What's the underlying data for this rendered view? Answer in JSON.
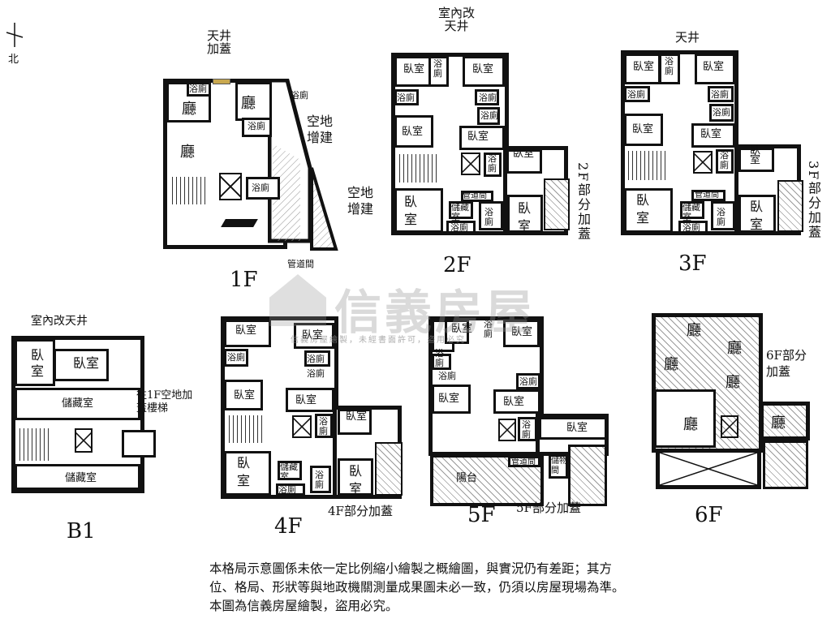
{
  "compass": {
    "label": "北"
  },
  "watermark": {
    "brand": "信義房屋",
    "sub": "信義房屋繪製，未經書面許可，盜用必究"
  },
  "floors": {
    "f1": {
      "name": "1F",
      "skylight": "天井\n加蓋",
      "hall1": "廳",
      "hall2": "廳",
      "hall3": "廳",
      "bath1": "浴廁",
      "bath2": "浴廁",
      "bath3": "浴廁",
      "bath4": "浴廁",
      "ext1": "空地\n增建",
      "ext2": "空地\n增建",
      "duct": "管道間"
    },
    "f2": {
      "name": "2F",
      "skylight": "室內改\n天井",
      "bed1": "臥室",
      "bed2": "臥室",
      "bed3": "臥室",
      "bed4": "臥室",
      "bed5": "臥室",
      "bed6": "臥\n室",
      "bed7": "臥\n室",
      "bath1": "浴\n廁",
      "bath2": "浴廁",
      "bath3": "浴廁",
      "bath4": "浴廁",
      "bath5": "浴\n廁",
      "bath6": "浴\n廁",
      "bath7": "浴廁",
      "storage": "儲藏\n室",
      "duct": "管道間",
      "addon": "2F部分加蓋"
    },
    "f3": {
      "name": "3F",
      "skylight": "天井",
      "bed1": "臥室",
      "bed2": "臥室",
      "bed3": "臥室",
      "bed4": "臥室",
      "bed5": "臥\n室",
      "bed6": "臥\n室",
      "bed7": "臥\n室",
      "bath1": "浴\n廁",
      "bath2": "浴廁",
      "bath3": "浴廁",
      "bath4": "浴廁",
      "bath5": "浴\n廁",
      "bath6": "浴\n廁",
      "bath7": "浴廁",
      "storage": "儲藏\n室",
      "duct": "管道間",
      "addon": "3F部分加蓋"
    },
    "b1": {
      "name": "B1",
      "skylight": "室內改天井",
      "bed1": "臥\n室",
      "bed2": "臥室",
      "storage1": "儲藏室",
      "storage2": "儲藏室",
      "stair_note": "往1F空地加\n蓋樓梯"
    },
    "f4": {
      "name": "4F",
      "bed1": "臥室",
      "bed2": "臥室",
      "bed3": "臥室",
      "bed4": "臥室",
      "bed5": "臥室",
      "bed6": "臥\n室",
      "bed7": "臥\n室",
      "bath1": "浴廁",
      "bath2": "浴廁",
      "bath3": "浴\n廁",
      "bath4": "浴\n廁",
      "bath5": "浴廁",
      "bath6": "浴廁",
      "storage": "儲藏\n室",
      "addon": "4F部分加蓋"
    },
    "f5": {
      "name": "5F",
      "bed1": "臥室",
      "bed2": "臥室",
      "bed3": "臥室",
      "bed4": "臥室",
      "bed5": "臥室",
      "bath1": "浴\n廁",
      "bath2": "浴廁",
      "bath3": "浴廁",
      "bath4": "浴\n廁",
      "bath5": "浴\n廁",
      "duct": "管道間",
      "storage": "儲物\n間",
      "balcony": "陽台",
      "addon": "5F部分加蓋"
    },
    "f6": {
      "name": "6F",
      "hall1": "廳",
      "hall2": "廳",
      "hall3": "廳",
      "hall4": "廳",
      "hall5": "廳",
      "hall6": "廳",
      "addon": "6F部分\n加蓋"
    }
  },
  "disclaimer": {
    "line1": "本格局示意圖係未依一定比例縮小繪製之概繪圖，與實況仍有差距；其方",
    "line2": "位、格局、形狀等與地政機關測量成果圖未必一致，仍須以房屋現場為準。",
    "line3": "本圖為信義房屋繪製，盜用必究。"
  }
}
